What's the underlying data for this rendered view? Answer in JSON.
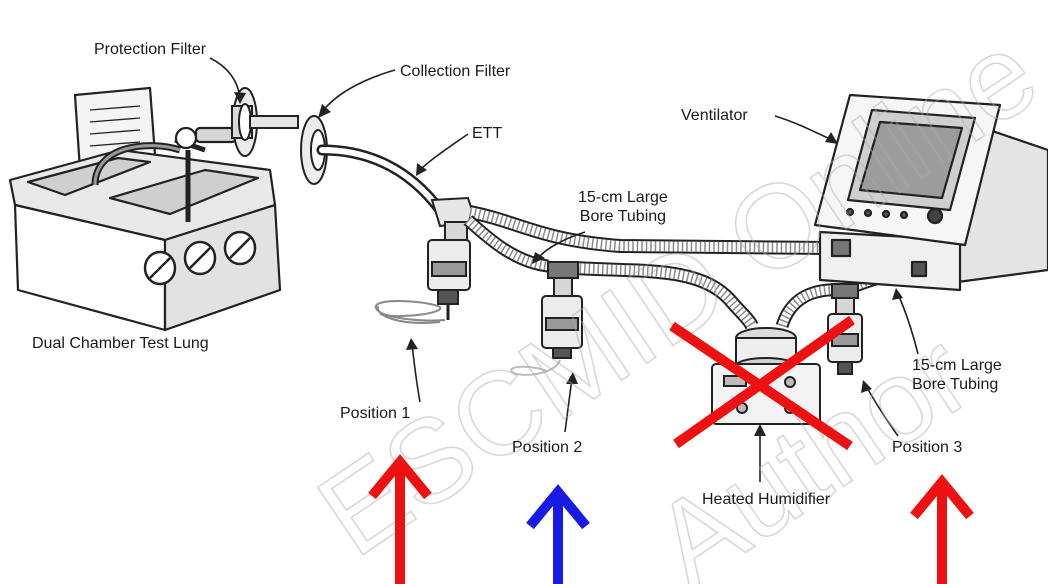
{
  "labels": {
    "protection_filter": "Protection Filter",
    "collection_filter": "Collection Filter",
    "ett": "ETT",
    "ventilator": "Ventilator",
    "large_bore_1": "15-cm Large\nBore Tubing",
    "large_bore_2": "15-cm Large\nBore Tubing",
    "test_lung": "Dual Chamber Test Lung",
    "position_1": "Position 1",
    "position_2": "Position 2",
    "position_3": "Position 3",
    "heated_humidifier": "Heated Humidifier"
  },
  "watermark": {
    "line1": "ESCMID Online",
    "line2": "Author"
  },
  "colors": {
    "red_arrow": "#ee1111",
    "blue_arrow": "#1a1ae6",
    "red_cross": "#ee1111",
    "line": "#222222"
  }
}
